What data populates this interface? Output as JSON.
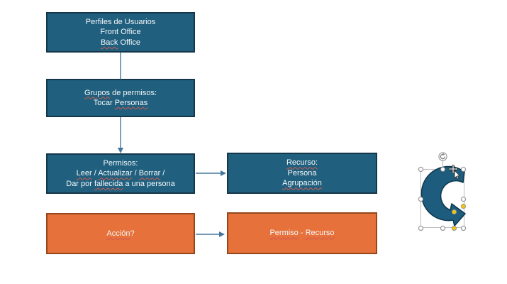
{
  "app_context": "presentation-slide-editor",
  "colors": {
    "teal_fill": "#20607E",
    "teal_border": "#15374A",
    "orange_fill": "#E7713A",
    "orange_border": "#94481A",
    "connector": "#44769B",
    "selected_arrow_fill": "#1E5C7D",
    "selected_arrow_border": "#0F3A50",
    "adjustment_handle_yellow": "#F7C700",
    "spellcheck_underline": "#cf5a50",
    "box_text": "#f5f8fa"
  },
  "boxes": [
    {
      "id": "perfiles-usuarios",
      "style": "teal",
      "lines": [
        {
          "segments": [
            {
              "text": "Perfiles de Usuarios",
              "misspelled": false
            }
          ]
        },
        {
          "segments": [
            {
              "text": "Front Office",
              "misspelled": false
            }
          ]
        },
        {
          "segments": [
            {
              "text": "Back",
              "misspelled": true
            },
            {
              "text": " Office",
              "misspelled": false
            }
          ]
        }
      ]
    },
    {
      "id": "grupos-permisos",
      "style": "teal",
      "lines": [
        {
          "segments": [
            {
              "text": "Grupos",
              "misspelled": true
            },
            {
              "text": " de permisos:",
              "misspelled": false
            }
          ]
        },
        {
          "segments": [
            {
              "text": "Tocar ",
              "misspelled": false
            },
            {
              "text": "Personas",
              "misspelled": true
            }
          ]
        }
      ]
    },
    {
      "id": "permisos",
      "style": "teal",
      "lines": [
        {
          "segments": [
            {
              "text": "Permisos:",
              "misspelled": false
            }
          ]
        },
        {
          "segments": [
            {
              "text": "Leer",
              "misspelled": true
            },
            {
              "text": " / ",
              "misspelled": false
            },
            {
              "text": "Actualizar",
              "misspelled": true
            },
            {
              "text": " / ",
              "misspelled": false
            },
            {
              "text": "Borrar",
              "misspelled": true
            },
            {
              "text": " /",
              "misspelled": false
            }
          ]
        },
        {
          "segments": [
            {
              "text": "Dar por ",
              "misspelled": false
            },
            {
              "text": "fallecida",
              "misspelled": true
            },
            {
              "text": " a una persona",
              "misspelled": false
            }
          ]
        }
      ]
    },
    {
      "id": "recurso",
      "style": "teal",
      "lines": [
        {
          "segments": [
            {
              "text": "Recurso:",
              "misspelled": true
            }
          ]
        },
        {
          "segments": [
            {
              "text": "Persona",
              "misspelled": false
            }
          ]
        },
        {
          "segments": [
            {
              "text": "Agrupación",
              "misspelled": true
            }
          ]
        }
      ]
    },
    {
      "id": "accion",
      "style": "orange",
      "lines": [
        {
          "segments": [
            {
              "text": "Acción",
              "misspelled": true
            },
            {
              "text": "?",
              "misspelled": false
            }
          ]
        }
      ]
    },
    {
      "id": "permiso-recurso",
      "style": "orange",
      "lines": [
        {
          "segments": [
            {
              "text": "Permiso",
              "misspelled": true
            },
            {
              "text": " - ",
              "misspelled": false
            },
            {
              "text": "Recurso",
              "misspelled": true
            }
          ]
        }
      ]
    }
  ],
  "connectors": [
    {
      "from": "perfiles-usuarios",
      "to": "grupos-permisos",
      "arrowhead": false
    },
    {
      "from": "grupos-permisos",
      "to": "permisos",
      "arrowhead": true
    },
    {
      "from": "permisos",
      "to": "recurso",
      "arrowhead": true
    },
    {
      "from": "accion",
      "to": "permiso-recurso",
      "arrowhead": true
    }
  ],
  "selected_shape": {
    "type": "curved-left-arrow",
    "state": "selected",
    "icons": {
      "rotation_handle": "rotate-clockwise-icon",
      "cursor": "move-pointer-cursor"
    },
    "handles": {
      "resize_count": 8,
      "adjustment_count": 3
    }
  }
}
